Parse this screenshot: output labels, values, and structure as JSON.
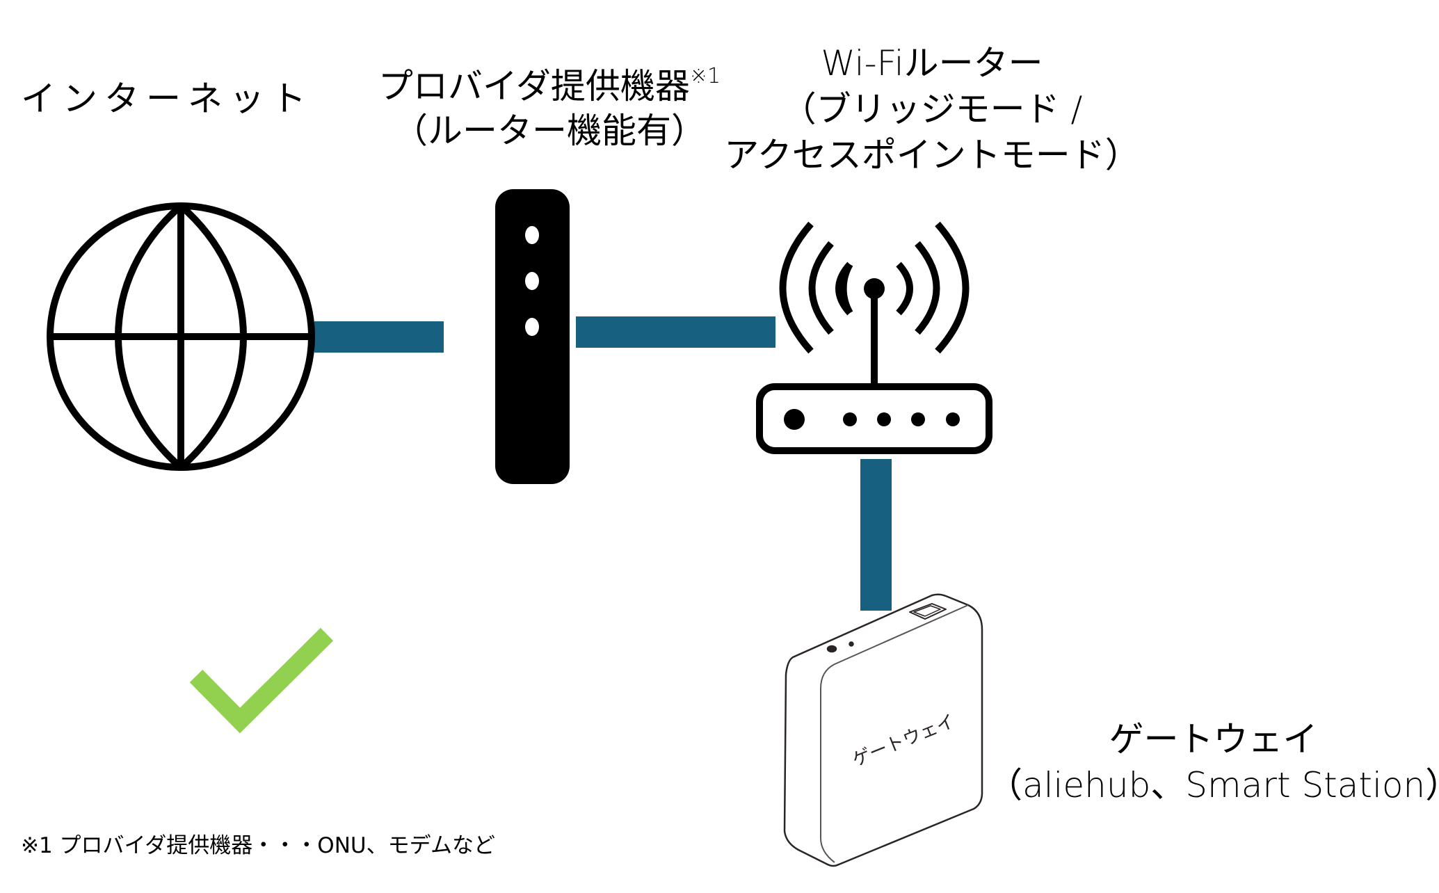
{
  "diagram": {
    "nodes": {
      "internet": {
        "label": "インターネット",
        "icon": "globe-icon"
      },
      "provider_equipment": {
        "label_line1": "プロバイダ提供機器",
        "label_sup": "※1",
        "label_line2": "（ルーター機能有）",
        "icon": "modem-icon"
      },
      "wifi_router": {
        "label_line1": "Wi-Fiルーター",
        "label_line2": "（ブリッジモード /",
        "label_line3": "アクセスポイントモード）",
        "icon": "wifi-router-icon"
      },
      "gateway": {
        "label_line1": "ゲートウェイ",
        "label_line2": "（aliehub、Smart Station）",
        "device_face_text": "ゲートウェイ",
        "icon": "gateway-device-icon"
      }
    },
    "connections": [
      {
        "from": "internet",
        "to": "provider_equipment"
      },
      {
        "from": "provider_equipment",
        "to": "wifi_router"
      },
      {
        "from": "wifi_router",
        "to": "gateway"
      }
    ],
    "status": {
      "icon": "checkmark-icon",
      "meaning": "valid-configuration"
    },
    "footnote": "※1 プロバイダ提供機器・・・ONU、モデムなど",
    "colors": {
      "connector": "#17607F",
      "checkmark": "#92D050",
      "icon_stroke": "#000000",
      "background": "#FFFFFF"
    }
  }
}
